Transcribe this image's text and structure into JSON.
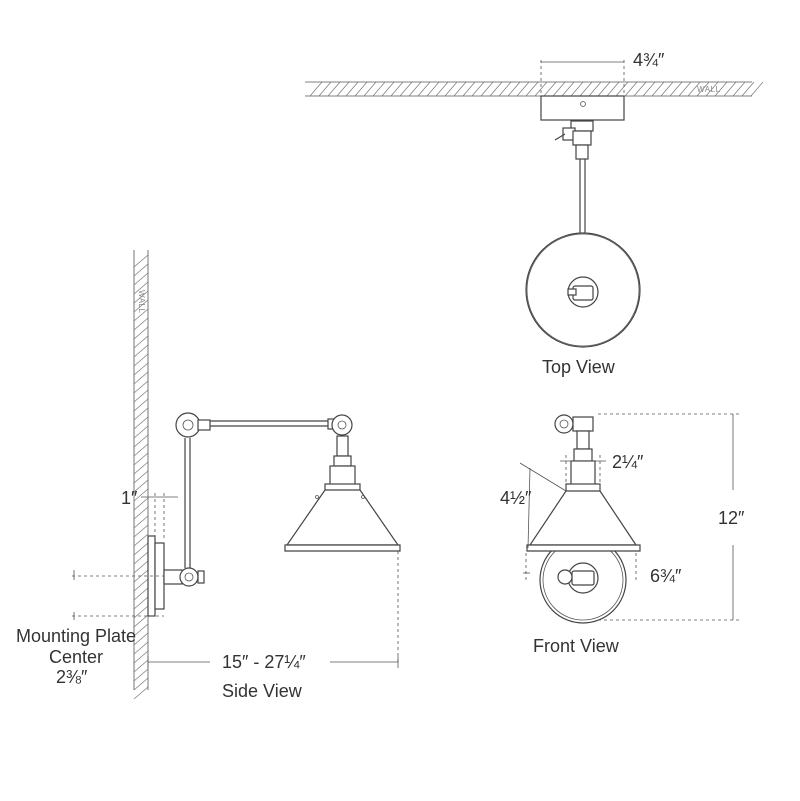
{
  "dimensions": {
    "canopy_width": "4¾″",
    "arm_offset": "1″",
    "extension": "15″ - 27¼″",
    "plate_center_label": "Mounting Plate Center",
    "plate_center_value": "2⅜″",
    "neck_width": "2¼″",
    "shade_height": "4½″",
    "shade_depth": "6¾″",
    "total_height": "12″"
  },
  "views": {
    "side": "Side View",
    "top": "Top View",
    "front": "Front View"
  },
  "wall_tag": "WALL"
}
